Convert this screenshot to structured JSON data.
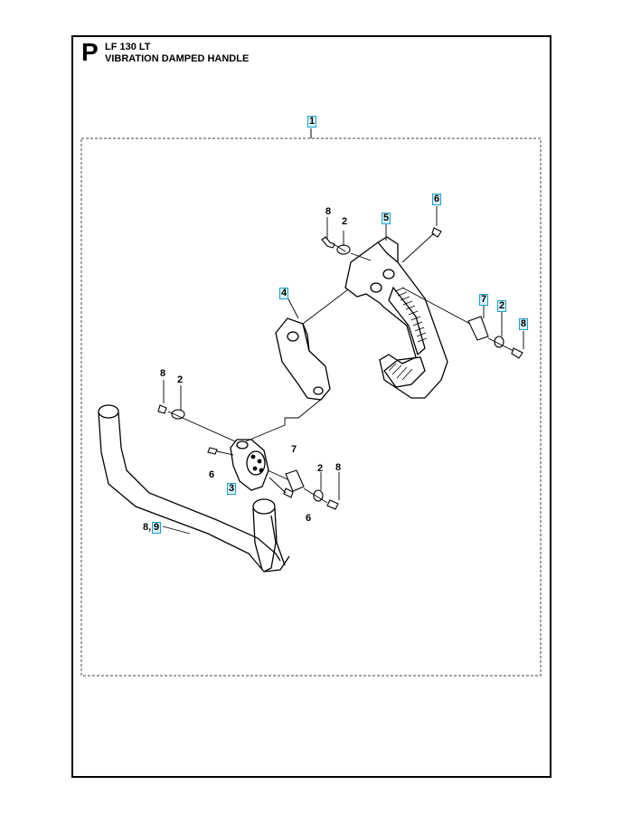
{
  "section_letter": "P",
  "model": "LF 130 LT",
  "title": "VIBRATION DAMPED HANDLE",
  "highlight_color": "#1aa0c8",
  "labels": {
    "l1": "1",
    "l2a": "2",
    "l2b": "2",
    "l2c": "2",
    "l2d": "2",
    "l3": "3",
    "l4": "4",
    "l5": "5",
    "l6a": "6",
    "l6b": "6",
    "l6c": "6",
    "l7a": "7",
    "l7b": "7",
    "l8a": "8",
    "l8b": "8",
    "l8c": "8",
    "l8d": "8",
    "l8comma": "8,",
    "l9": "9"
  }
}
